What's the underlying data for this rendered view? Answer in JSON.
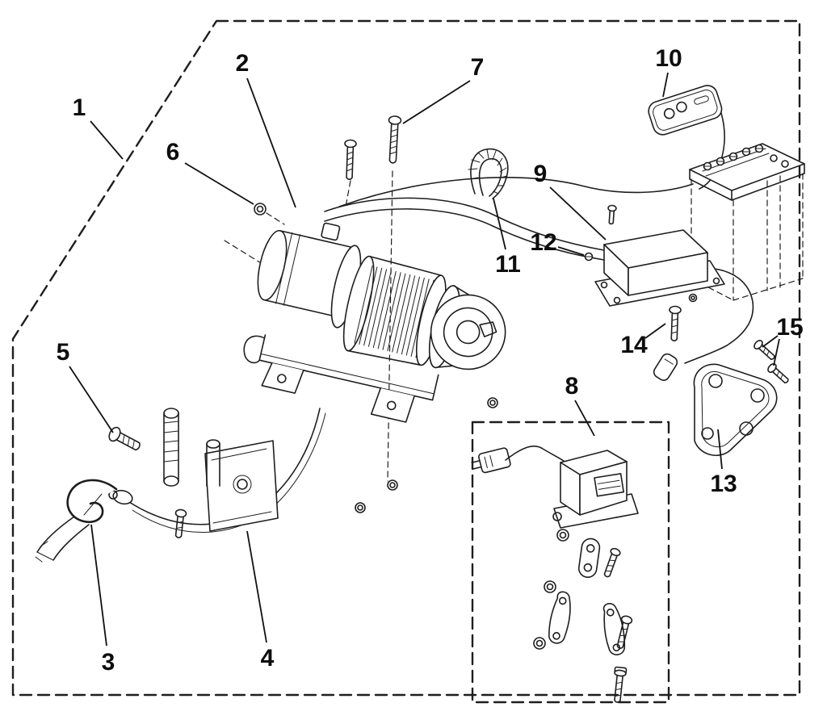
{
  "figure": {
    "background": "#ffffff",
    "ink": "#1e1e1e"
  },
  "callouts": [
    "1",
    "2",
    "3",
    "4",
    "5",
    "6",
    "7",
    "8",
    "9",
    "10",
    "11",
    "12",
    "13",
    "14",
    "15"
  ]
}
